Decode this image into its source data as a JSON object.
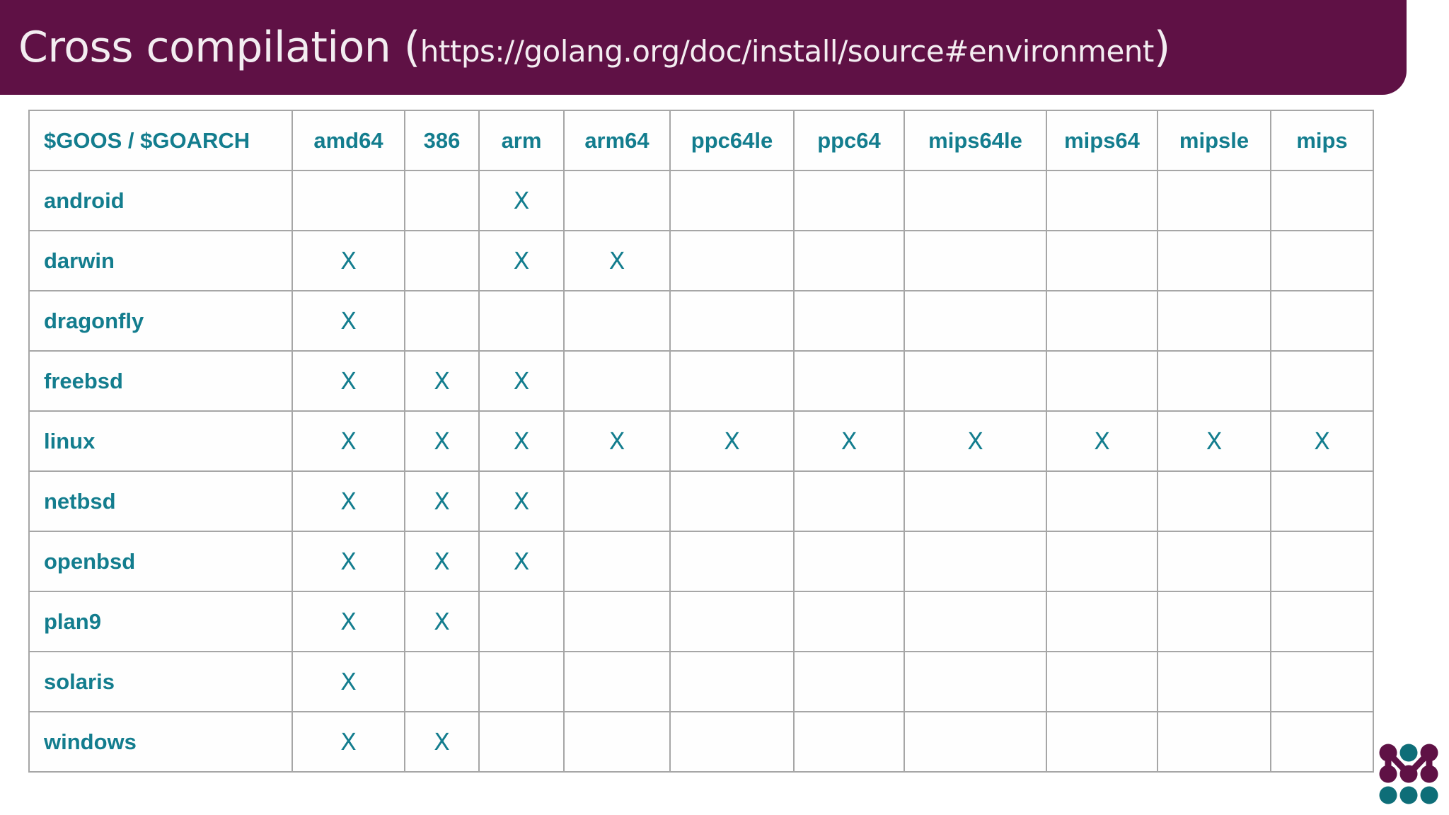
{
  "slide": {
    "title_main": "Cross compilation (",
    "title_url": "https://golang.org/doc/install/source#environment",
    "title_close": ")",
    "title_full": "Cross compilation (https://golang.org/doc/install/source#environment)",
    "header_bg": "#5F1145",
    "accent_color": "#137D8E",
    "border_color": "#A6A6A6",
    "background": "#FFFFFF"
  },
  "logo": {
    "name": "m-nodes-logo",
    "purple": "#5F1145",
    "teal": "#0E6E78",
    "circles": [
      {
        "row": 0,
        "col": 0,
        "color": "#5F1145"
      },
      {
        "row": 0,
        "col": 1,
        "color": "#0E6E78"
      },
      {
        "row": 0,
        "col": 2,
        "color": "#5F1145"
      },
      {
        "row": 1,
        "col": 0,
        "color": "#5F1145"
      },
      {
        "row": 1,
        "col": 1,
        "color": "#5F1145"
      },
      {
        "row": 1,
        "col": 2,
        "color": "#5F1145"
      },
      {
        "row": 2,
        "col": 0,
        "color": "#0E6E78"
      },
      {
        "row": 2,
        "col": 1,
        "color": "#0E6E78"
      },
      {
        "row": 2,
        "col": 2,
        "color": "#0E6E78"
      }
    ]
  },
  "chart_data": {
    "type": "table",
    "title": "Cross compilation (https://golang.org/doc/install/source#environment)",
    "corner_header": "$GOOS / $GOARCH",
    "columns": [
      "amd64",
      "386",
      "arm",
      "arm64",
      "ppc64le",
      "ppc64",
      "mips64le",
      "mips64",
      "mipsle",
      "mips"
    ],
    "mark": "X",
    "rows": [
      {
        "os": "android",
        "cells": [
          "",
          "",
          "X",
          "",
          "",
          "",
          "",
          "",
          "",
          ""
        ]
      },
      {
        "os": "darwin",
        "cells": [
          "X",
          "",
          "X",
          "X",
          "",
          "",
          "",
          "",
          "",
          ""
        ]
      },
      {
        "os": "dragonfly",
        "cells": [
          "X",
          "",
          "",
          "",
          "",
          "",
          "",
          "",
          "",
          ""
        ]
      },
      {
        "os": "freebsd",
        "cells": [
          "X",
          "X",
          "X",
          "",
          "",
          "",
          "",
          "",
          "",
          ""
        ]
      },
      {
        "os": "linux",
        "cells": [
          "X",
          "X",
          "X",
          "X",
          "X",
          "X",
          "X",
          "X",
          "X",
          "X"
        ]
      },
      {
        "os": "netbsd",
        "cells": [
          "X",
          "X",
          "X",
          "",
          "",
          "",
          "",
          "",
          "",
          ""
        ]
      },
      {
        "os": "openbsd",
        "cells": [
          "X",
          "X",
          "X",
          "",
          "",
          "",
          "",
          "",
          "",
          ""
        ]
      },
      {
        "os": "plan9",
        "cells": [
          "X",
          "X",
          "",
          "",
          "",
          "",
          "",
          "",
          "",
          ""
        ]
      },
      {
        "os": "solaris",
        "cells": [
          "X",
          "",
          "",
          "",
          "",
          "",
          "",
          "",
          "",
          ""
        ]
      },
      {
        "os": "windows",
        "cells": [
          "X",
          "X",
          "",
          "",
          "",
          "",
          "",
          "",
          "",
          ""
        ]
      }
    ]
  }
}
